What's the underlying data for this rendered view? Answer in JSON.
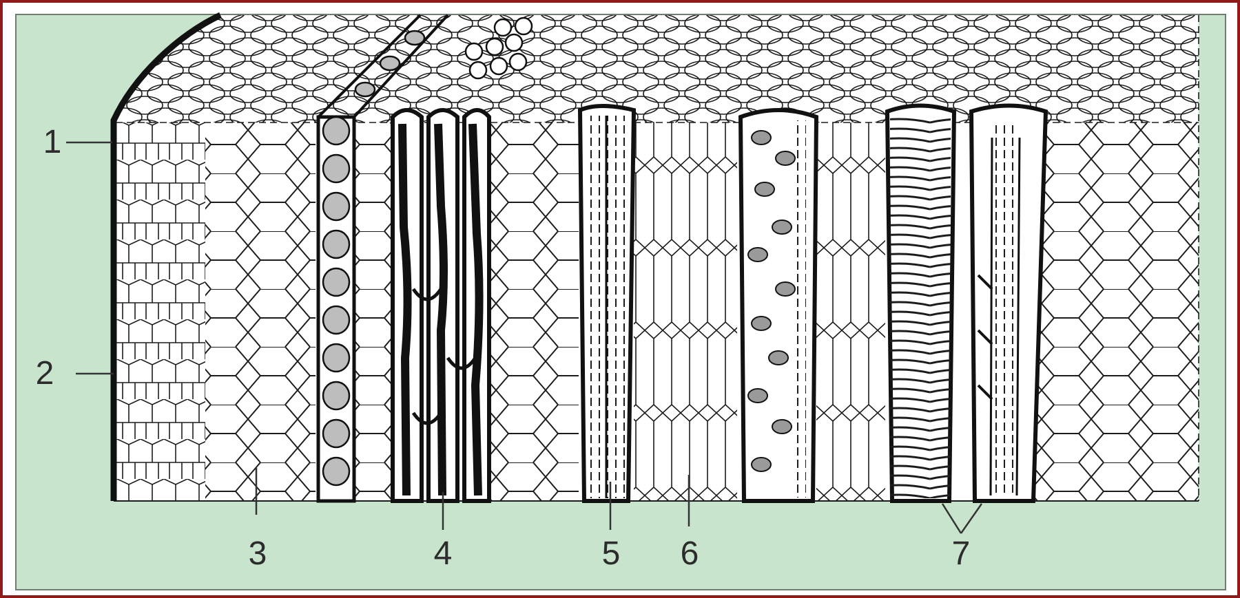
{
  "labels": [
    "1",
    "2",
    "3",
    "4",
    "5",
    "6",
    "7"
  ],
  "colors": {
    "border": "#8e1a1a",
    "background": "#c9e4cd",
    "ink": "#1c1c1c"
  }
}
